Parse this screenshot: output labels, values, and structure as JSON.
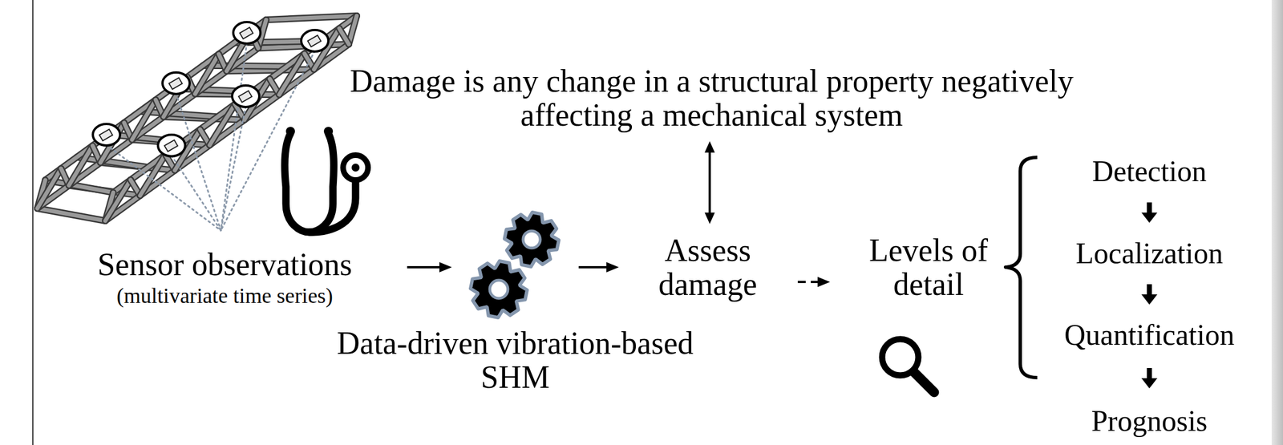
{
  "diagram": {
    "nodes": [
      {
        "text": [
          "Damage is any change in a structural property negatively affecting a mechanical system"
        ]
      },
      {
        "text": [
          "Sensor observations",
          "(multivariate time series)"
        ]
      },
      {
        "text": [
          "Data-driven vibration-based SHM"
        ]
      },
      {
        "text": [
          "Assess damage"
        ]
      },
      {
        "text": [
          "Levels of detail"
        ]
      },
      {
        "text": [
          "Detection"
        ]
      },
      {
        "text": [
          "Localization"
        ]
      },
      {
        "text": [
          "Quantification"
        ]
      },
      {
        "text": [
          "Prognosis"
        ]
      }
    ],
    "edges": [
      {
        "from": 1,
        "to": 2,
        "arrow": "to"
      },
      {
        "from": 2,
        "to": 3,
        "arrow": "to"
      },
      {
        "from": 3,
        "to": 0,
        "arrow": "both"
      },
      {
        "from": 3,
        "to": 4,
        "arrow": "to"
      },
      {
        "from": 5,
        "to": 6,
        "arrow": "to"
      },
      {
        "from": 6,
        "to": 7,
        "arrow": "to"
      },
      {
        "from": 7,
        "to": 8,
        "arrow": "to"
      }
    ]
  }
}
